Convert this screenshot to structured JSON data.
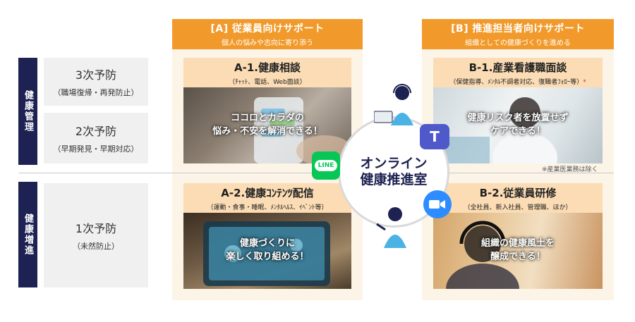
{
  "left": {
    "bar_top": "健康管理",
    "bar_bottom": "健康増進",
    "tertiary": {
      "title": "3次予防",
      "sub": "（職場復帰・再発防止）"
    },
    "secondary": {
      "title": "2次予防",
      "sub": "（早期発見・早期対応）"
    },
    "primary": {
      "title": "1次予防",
      "sub": "（未然防止）"
    }
  },
  "col_a": {
    "title": "[A] 従業員向けサポート",
    "subtitle": "個人の悩みや志向に寄り添う",
    "card1": {
      "title": "A-1.健康相談",
      "sub": "（ﾁｬｯﾄ、電話、Web面談）",
      "line1": "ココロとカラダの",
      "line2": "悩み・不安を解消できる！"
    },
    "card2": {
      "title": "A-2.健康ｺﾝﾃﾝﾂ配信",
      "sub": "（運動・食事・睡眠、ﾒﾝﾀﾙﾍﾙｽ、ｲﾍﾞﾝﾄ等）",
      "line1": "健康づくりに",
      "line2": "楽しく取り組める！"
    }
  },
  "col_b": {
    "title": "[B] 推進担当者向けサポート",
    "subtitle": "組織としての健康づくりを進める",
    "card1": {
      "title": "B-1.産業看護職面談",
      "sub": "（保健指導、ﾒﾝﾀﾙ不調者対応、復職者ﾌｫﾛｰ等）",
      "mark": "*",
      "line1": "健康リスク者を放置せず",
      "line2": "ケアできる！",
      "note": "※産業医業務は除く"
    },
    "card2": {
      "title": "B-2.従業員研修",
      "sub": "（全社員、新入社員、管理職、ほか）",
      "line1": "組織の健康風土を",
      "line2": "醸成できる！"
    }
  },
  "center": {
    "line1": "オンライン",
    "line2": "健康推進室",
    "line_icon": "LINE",
    "teams_icon": "T",
    "zoom_icon": "video-camera-icon"
  },
  "colors": {
    "navy": "#1d2252",
    "orange": "#f19a2b",
    "peach": "#fbdcb4",
    "cream": "#fcf4e7",
    "line_green": "#06c755",
    "teams_purple": "#5059c9",
    "zoom_blue": "#2d8cff"
  }
}
